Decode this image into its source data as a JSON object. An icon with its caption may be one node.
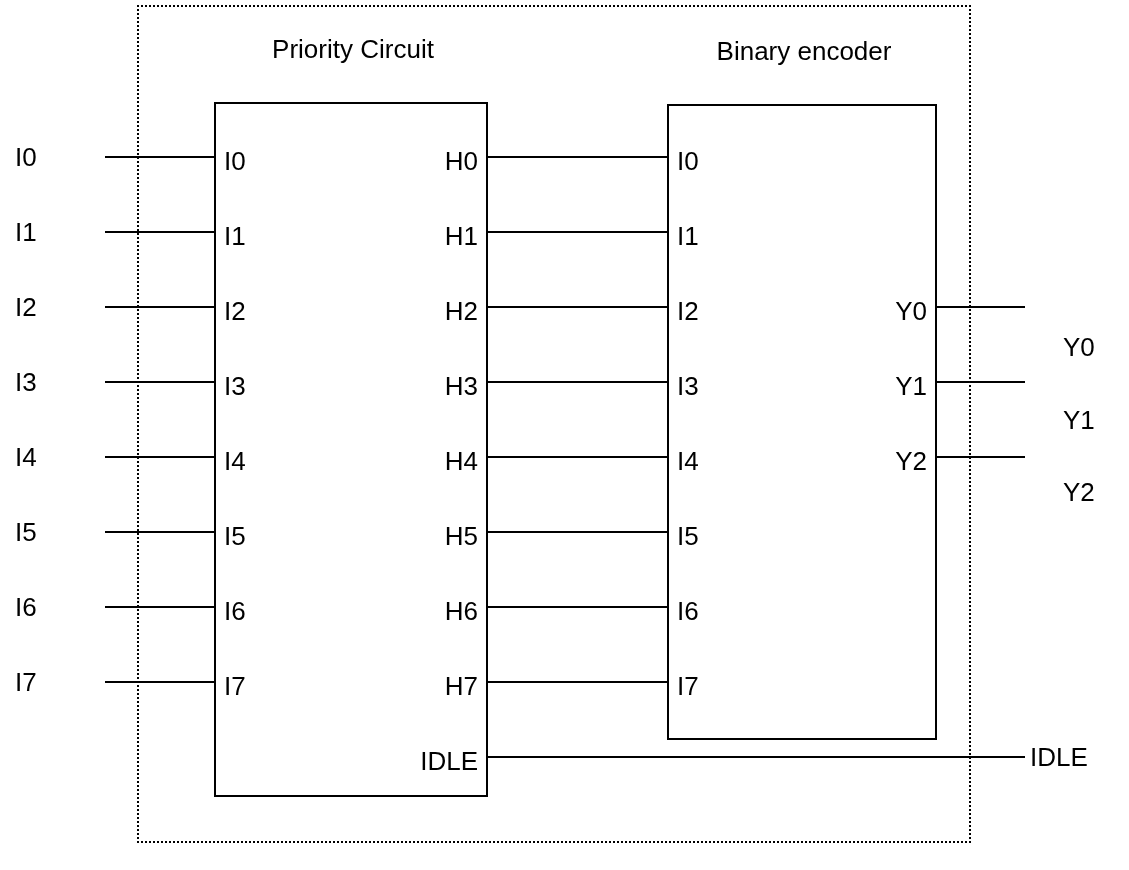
{
  "diagram": {
    "nodes": [
      {
        "text": [],
        "shape": "box"
      },
      {
        "text": [
          "Priority Circuit",
          "I0",
          "H0",
          "I1",
          "H1",
          "I2",
          "H2",
          "I3",
          "H3",
          "I4",
          "H4",
          "I5",
          "H5",
          "I6",
          "H6",
          "I7",
          "H7",
          "IDLE"
        ],
        "in": 0
      },
      {
        "text": [
          "Binary encoder",
          "I0",
          "I1",
          "I2",
          "Y0",
          "I3",
          "Y1",
          "I4",
          "Y2",
          "I5",
          "I6",
          "I7"
        ],
        "in": 0
      },
      {
        "text": [
          "I0"
        ]
      },
      {
        "text": [
          "I1"
        ]
      },
      {
        "text": [
          "I2"
        ]
      },
      {
        "text": [
          "I3"
        ]
      },
      {
        "text": [
          "I4"
        ]
      },
      {
        "text": [
          "I5"
        ]
      },
      {
        "text": [
          "I6"
        ]
      },
      {
        "text": [
          "I7"
        ]
      },
      {
        "text": [
          "Y0"
        ]
      },
      {
        "text": [
          "Y1"
        ]
      },
      {
        "text": [
          "Y2"
        ]
      },
      {
        "text": [
          "IDLE"
        ]
      }
    ],
    "edges": [
      {
        "from": 3,
        "to": 1,
        "arrow": "none"
      },
      {
        "from": 4,
        "to": 1,
        "arrow": "none"
      },
      {
        "from": 5,
        "to": 1,
        "arrow": "none"
      },
      {
        "from": 6,
        "to": 1,
        "arrow": "none"
      },
      {
        "from": 7,
        "to": 1,
        "arrow": "none"
      },
      {
        "from": 8,
        "to": 1,
        "arrow": "none"
      },
      {
        "from": 9,
        "to": 1,
        "arrow": "none"
      },
      {
        "from": 10,
        "to": 1,
        "arrow": "none"
      },
      {
        "from": 1,
        "to": 2,
        "arrow": "none"
      },
      {
        "from": 1,
        "to": 2,
        "arrow": "none"
      },
      {
        "from": 1,
        "to": 2,
        "arrow": "none"
      },
      {
        "from": 1,
        "to": 2,
        "arrow": "none"
      },
      {
        "from": 1,
        "to": 2,
        "arrow": "none"
      },
      {
        "from": 1,
        "to": 2,
        "arrow": "none"
      },
      {
        "from": 1,
        "to": 2,
        "arrow": "none"
      },
      {
        "from": 1,
        "to": 2,
        "arrow": "none"
      },
      {
        "from": 2,
        "to": 11,
        "arrow": "none"
      },
      {
        "from": 2,
        "to": 12,
        "arrow": "none"
      },
      {
        "from": 2,
        "to": 13,
        "arrow": "none"
      },
      {
        "from": 1,
        "to": 14,
        "arrow": "none"
      }
    ]
  }
}
